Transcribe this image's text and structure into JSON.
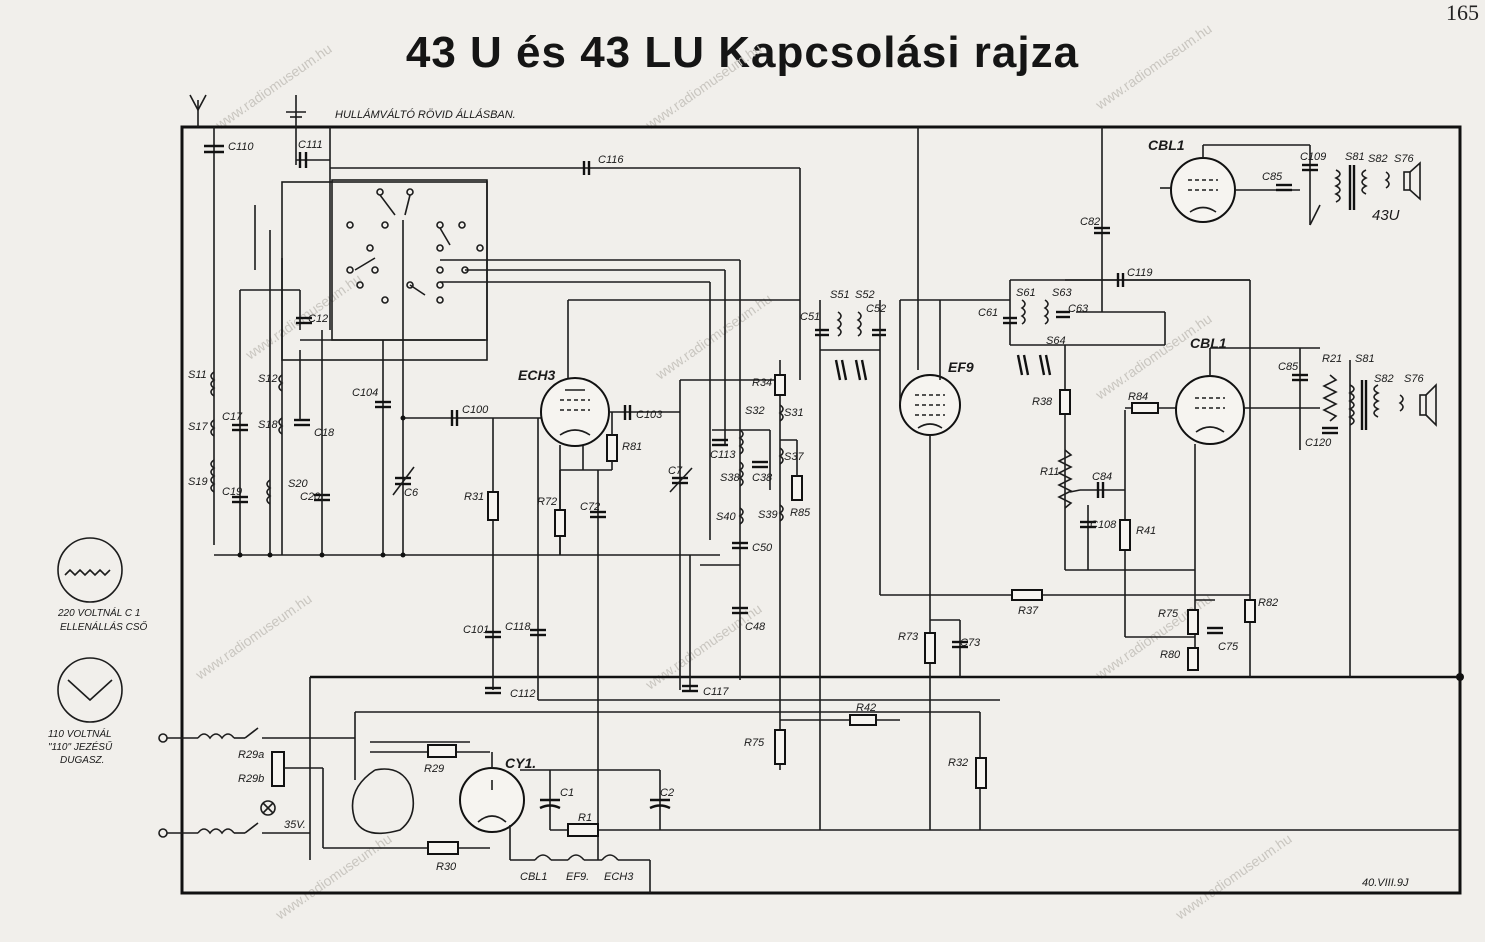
{
  "page": {
    "title": "43 U és 43 LU Kapcsolási rajza",
    "page_number": "165"
  },
  "notes": {
    "switch_position": "HULLÁMVÁLTÓ RÖVID ÁLLÁSBAN.",
    "resistor_tube_line1": "220 VOLTNÁL C 1",
    "resistor_tube_line2": "ELLENÁLLÁS CSŐ",
    "plug_line1": "110 VOLTNÁL",
    "plug_line2": "\"110\" JEZÉSŰ",
    "plug_line3": "DUGASZ.",
    "variant_43u": "43U",
    "drawing_code": "40.VIII.9J",
    "watermark": "www.radiomuseum.hu"
  },
  "tubes": {
    "ech3": "ECH3",
    "ef9": "EF9",
    "cbl1_top": "CBL1",
    "cbl1": "CBL1",
    "cy1": "CY1."
  },
  "heaters": {
    "h1": "CBL1",
    "h2": "EF9.",
    "h3": "ECH3"
  },
  "labels": {
    "c110": "C110",
    "c111": "C111",
    "c116": "C116",
    "c12": "C12",
    "c104": "C104",
    "c100": "C100",
    "c103": "C103",
    "c17": "C17",
    "c18": "C18",
    "c19": "C19",
    "c20": "C20",
    "c6": "C6",
    "c7": "C7",
    "c72": "C72",
    "c113": "C113",
    "c38": "C38",
    "c50": "C50",
    "c48": "C48",
    "c101": "C101",
    "c118": "C118",
    "c112": "C112",
    "c117": "C117",
    "c51": "C51",
    "c52": "C52",
    "c61": "C61",
    "c63": "C63",
    "c82": "C82",
    "c119": "C119",
    "c85_top": "C85",
    "c109": "C109",
    "c85": "C85",
    "c120": "C120",
    "c84": "C84",
    "c108": "C108",
    "c73": "C73",
    "c75": "C75",
    "c1": "C1",
    "c2": "C2",
    "s11": "S11",
    "s17": "S17",
    "s19": "S19",
    "s12": "S12",
    "s18": "S18",
    "s20": "S20",
    "s32": "S32",
    "s31": "S31",
    "s37": "S37",
    "s38": "S38",
    "s39": "S39",
    "s40": "S40",
    "s51": "S51",
    "s52": "S52",
    "s61": "S61",
    "s63": "S63",
    "s64": "S64",
    "s81_top": "S81",
    "s82_top": "S82",
    "s76_top": "S76",
    "s81": "S81",
    "s82": "S82",
    "s76": "S76",
    "r34": "R34",
    "r81": "R81",
    "r85": "R85",
    "r31": "R31",
    "r72": "R72",
    "r38": "R38",
    "r84": "R84",
    "r11": "R11",
    "r41": "R41",
    "r37": "R37",
    "r73": "R73",
    "r75a": "R75",
    "r82": "R82",
    "r80": "R80",
    "r75": "R75",
    "r42": "R42",
    "r32": "R32",
    "r21": "R21",
    "r29a": "R29a",
    "r29b": "R29b",
    "r29": "R29",
    "r30": "R30",
    "r1": "R1",
    "lamp": "35V."
  }
}
